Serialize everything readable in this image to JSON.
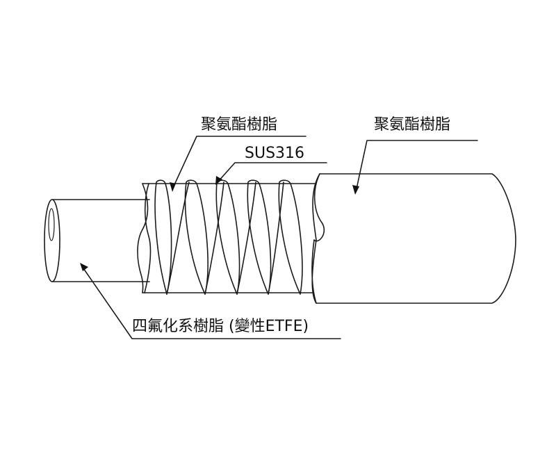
{
  "labels": {
    "inner_resin": "聚氨酯樹脂",
    "reinforcement": "SUS316",
    "outer_resin": "聚氨酯樹脂",
    "core_tube": "四氟化系樹脂 (變性ETFE)"
  },
  "colors": {
    "line": "#1a1a1a",
    "background": "#ffffff"
  }
}
